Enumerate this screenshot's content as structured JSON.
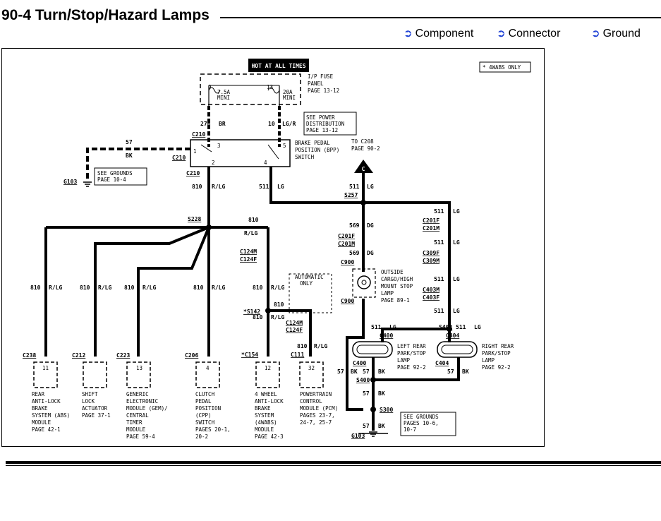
{
  "page": {
    "title": "90-4 Turn/Stop/Hazard Lamps"
  },
  "nav": {
    "component": "Component",
    "connector": "Connector",
    "ground": "Ground"
  },
  "diagram": {
    "hot_label": "HOT AT ALL TIMES",
    "note_4wabs": "* 4WABS ONLY",
    "fuse_panel": [
      "I/P FUSE",
      "PANEL",
      "PAGE 13-12"
    ],
    "fuse_9": "9",
    "fuse_9_rating": [
      "7.5A",
      "MINI"
    ],
    "fuse_13": "13",
    "fuse_13_rating": [
      "20A",
      "MINI"
    ],
    "see_power": [
      "SEE POWER",
      "DISTRIBUTION",
      "PAGE 13-12"
    ],
    "wire_276": "276",
    "wire_276_color": "BR",
    "wire_10": "10",
    "wire_10_color": "LG/R",
    "bpp_switch": [
      "BRAKE PEDAL",
      "POSITION (BPP)",
      "SWITCH"
    ],
    "c210_top": "C210",
    "c210_left": "C210",
    "c210_bottom": "C210",
    "pin1": "1",
    "pin2": "2",
    "pin3": "3",
    "pin4": "4",
    "pin5": "5",
    "wire_57_top": "57",
    "wire_57_bk": "BK",
    "see_grounds_1": [
      "SEE GROUNDS",
      "PAGE 10-4"
    ],
    "g103_top": "G103",
    "to_c208": [
      "TO C208",
      "PAGE 90-2"
    ],
    "c_marker": "C",
    "w810": "810",
    "rlg": "R/LG",
    "w511": "511",
    "lg": "LG",
    "s257": "S257",
    "s228": "S228",
    "w569": "569",
    "dg": "DG",
    "c201f": "C201F",
    "c201m": "C201M",
    "c900": "C900",
    "c124m": "C124M",
    "c124f": "C124F",
    "c309f": "C309F",
    "c309m": "C309M",
    "c403m": "C403M",
    "c403f": "C403F",
    "automatic_only": [
      "AUTOMATIC",
      "ONLY"
    ],
    "s142": "*S142",
    "c154": "*C154",
    "c111": "C111",
    "outside_lamp": [
      "OUTSIDE",
      "CARGO/HIGH",
      "MOUNT STOP",
      "LAMP",
      "PAGE 89-1"
    ],
    "s402": "S402",
    "c400": "C400",
    "c404": "C404",
    "left_lamp": [
      "LEFT REAR",
      "PARK/STOP",
      "LAMP",
      "PAGE 92-2"
    ],
    "right_lamp": [
      "RIGHT REAR",
      "PARK/STOP",
      "LAMP",
      "PAGE 92-2"
    ],
    "w57": "57",
    "bk": "BK",
    "s400": "S400",
    "s300": "S300",
    "see_grounds_2": [
      "SEE GROUNDS",
      "PAGES 10-6,",
      "10-7"
    ],
    "g103_bottom": "G103",
    "c238": "C238",
    "c212": "C212",
    "c223": "C223",
    "c206": "C206",
    "pin11": "11",
    "pin13": "13",
    "pin4b": "4",
    "pin12": "12",
    "pin32": "32",
    "mod_abs": [
      "REAR",
      "ANTI-LOCK",
      "BRAKE",
      "SYSTEM (ABS)",
      "MODULE",
      "PAGE 42-1"
    ],
    "mod_shift": [
      "SHIFT",
      "LOCK",
      "ACTUATOR",
      "PAGE 37-1"
    ],
    "mod_gem": [
      "GENERIC",
      "ELECTRONIC",
      "MODULE (GEM)/",
      "CENTRAL",
      "TIMER",
      "MODULE",
      "PAGE 59-4"
    ],
    "mod_cpp": [
      "CLUTCH",
      "PEDAL",
      "POSITION",
      "(CPP)",
      "SWITCH",
      "PAGES 20-1,",
      "20-2"
    ],
    "mod_4wabs": [
      "4 WHEEL",
      "ANTI-LOCK",
      "BRAKE",
      "SYSTEM",
      "(4WABS)",
      "MODULE",
      "PAGE 42-3"
    ],
    "mod_pcm": [
      "POWERTRAIN",
      "CONTROL",
      "MODULE (PCM)",
      "PAGES 23-7,",
      "24-7, 25-7"
    ]
  }
}
